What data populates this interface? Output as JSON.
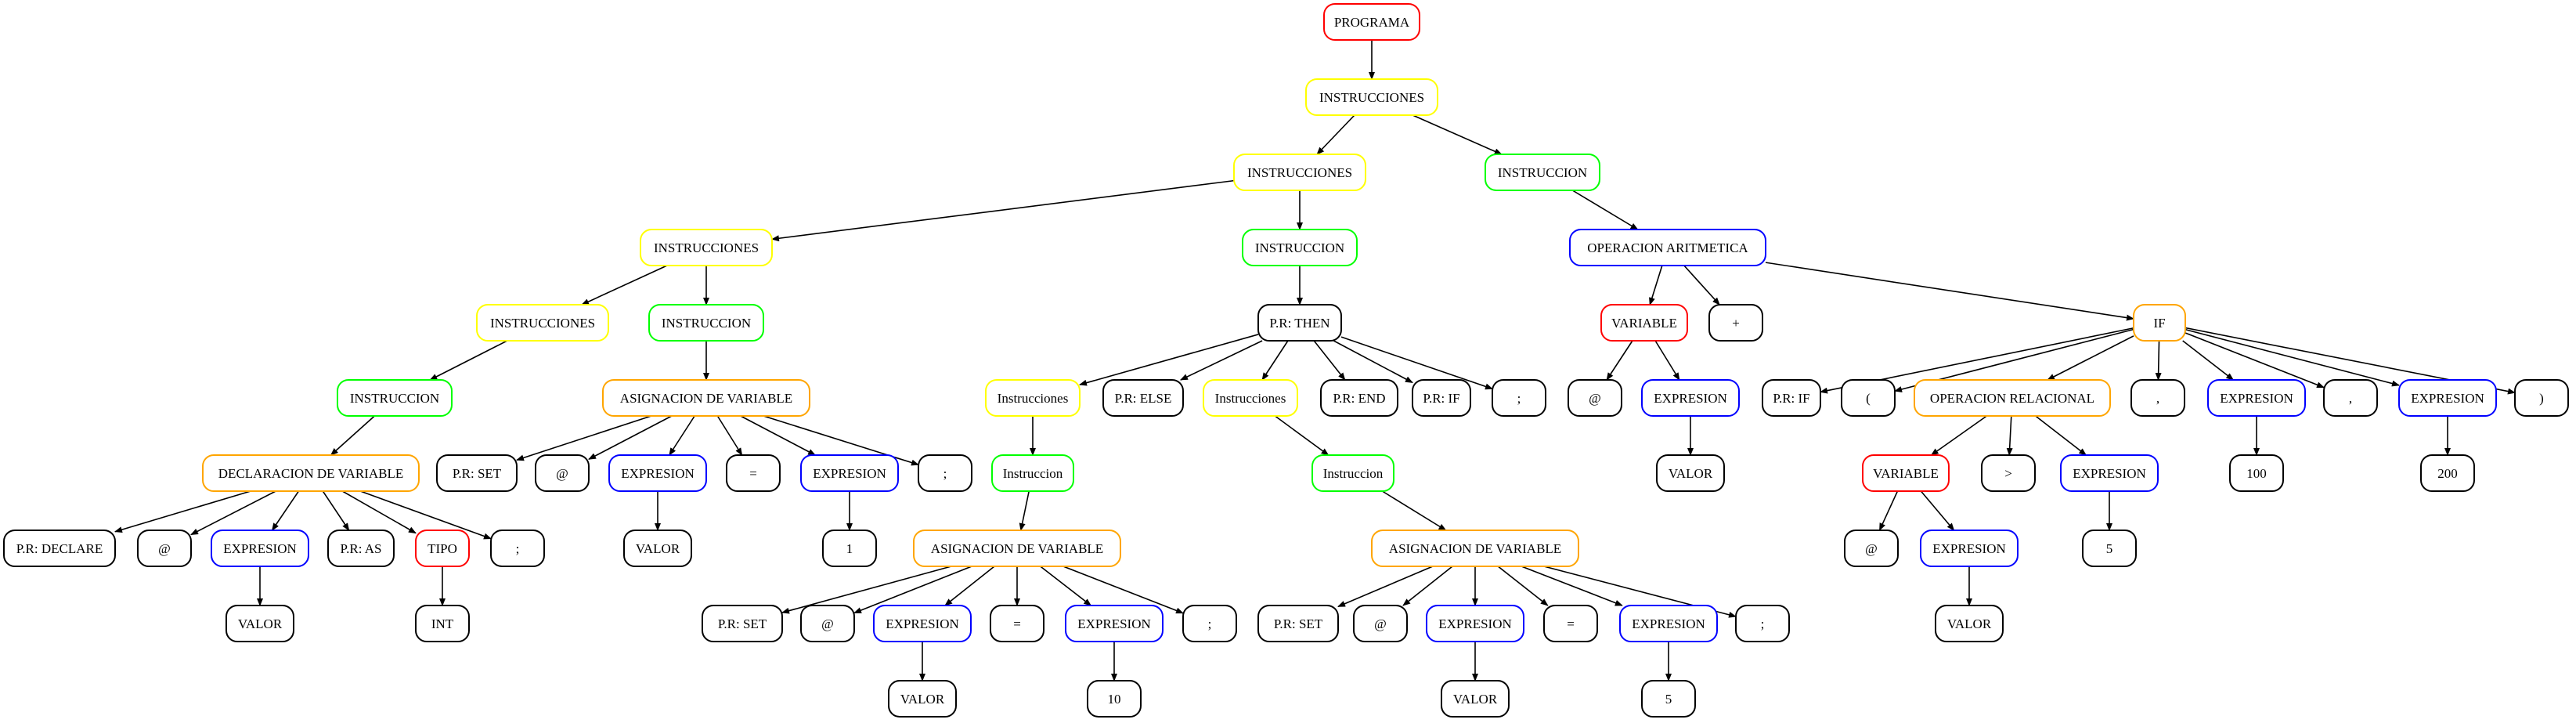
{
  "colors": {
    "red": "#ff0000",
    "yellow": "#ffff00",
    "green": "#00ff00",
    "blue": "#0000ff",
    "orange": "#ffa500",
    "black": "#000000"
  },
  "nodes": [
    {
      "id": "n0",
      "label": "PROGRAMA",
      "color": "red"
    },
    {
      "id": "n1",
      "label": "INSTRUCCIONES",
      "color": "yellow"
    },
    {
      "id": "n2",
      "label": "INSTRUCCIONES",
      "color": "yellow"
    },
    {
      "id": "n3",
      "label": "INSTRUCCION",
      "color": "green"
    },
    {
      "id": "n4",
      "label": "INSTRUCCIONES",
      "color": "yellow"
    },
    {
      "id": "n5",
      "label": "INSTRUCCION",
      "color": "green"
    },
    {
      "id": "n6",
      "label": "OPERACION ARITMETICA",
      "color": "blue"
    },
    {
      "id": "n7",
      "label": "INSTRUCCIONES",
      "color": "yellow"
    },
    {
      "id": "n8",
      "label": "INSTRUCCION",
      "color": "green"
    },
    {
      "id": "n9",
      "label": "P.R: THEN",
      "color": "black"
    },
    {
      "id": "n10",
      "label": "VARIABLE",
      "color": "red"
    },
    {
      "id": "n11",
      "label": "+",
      "color": "black"
    },
    {
      "id": "n12",
      "label": "IF",
      "color": "orange"
    },
    {
      "id": "n13",
      "label": "INSTRUCCION",
      "color": "green"
    },
    {
      "id": "n14",
      "label": "ASIGNACION DE VARIABLE",
      "color": "orange"
    },
    {
      "id": "n15",
      "label": "Instrucciones",
      "color": "yellow"
    },
    {
      "id": "n16",
      "label": "P.R: ELSE",
      "color": "black"
    },
    {
      "id": "n17",
      "label": "Instrucciones",
      "color": "yellow"
    },
    {
      "id": "n18",
      "label": "P.R: END",
      "color": "black"
    },
    {
      "id": "n19",
      "label": "P.R: IF",
      "color": "black"
    },
    {
      "id": "n20",
      "label": ";",
      "color": "black"
    },
    {
      "id": "n21",
      "label": "@",
      "color": "black"
    },
    {
      "id": "n22",
      "label": "EXPRESION",
      "color": "blue"
    },
    {
      "id": "n23",
      "label": "P.R: IF",
      "color": "black"
    },
    {
      "id": "n24",
      "label": "(",
      "color": "black"
    },
    {
      "id": "n25",
      "label": "OPERACION RELACIONAL",
      "color": "orange"
    },
    {
      "id": "n26",
      "label": ",",
      "color": "black"
    },
    {
      "id": "n27",
      "label": "EXPRESION",
      "color": "blue"
    },
    {
      "id": "n28",
      "label": ",",
      "color": "black"
    },
    {
      "id": "n29",
      "label": "EXPRESION",
      "color": "blue"
    },
    {
      "id": "n30",
      "label": ")",
      "color": "black"
    },
    {
      "id": "n31",
      "label": "DECLARACION DE VARIABLE",
      "color": "orange"
    },
    {
      "id": "n32",
      "label": "P.R: SET",
      "color": "black"
    },
    {
      "id": "n33",
      "label": "@",
      "color": "black"
    },
    {
      "id": "n34",
      "label": "EXPRESION",
      "color": "blue"
    },
    {
      "id": "n35",
      "label": "=",
      "color": "black"
    },
    {
      "id": "n36",
      "label": "EXPRESION",
      "color": "blue"
    },
    {
      "id": "n37",
      "label": ";",
      "color": "black"
    },
    {
      "id": "n38",
      "label": "Instruccion",
      "color": "green"
    },
    {
      "id": "n39",
      "label": "Instruccion",
      "color": "green"
    },
    {
      "id": "n40",
      "label": "VALOR",
      "color": "black"
    },
    {
      "id": "n41",
      "label": "VARIABLE",
      "color": "red"
    },
    {
      "id": "n42",
      "label": ">",
      "color": "black"
    },
    {
      "id": "n43",
      "label": "EXPRESION",
      "color": "blue"
    },
    {
      "id": "n44",
      "label": "100",
      "color": "black"
    },
    {
      "id": "n45",
      "label": "200",
      "color": "black"
    },
    {
      "id": "n46",
      "label": "P.R: DECLARE",
      "color": "black"
    },
    {
      "id": "n47",
      "label": "@",
      "color": "black"
    },
    {
      "id": "n48",
      "label": "EXPRESION",
      "color": "blue"
    },
    {
      "id": "n49",
      "label": "P.R: AS",
      "color": "black"
    },
    {
      "id": "n50",
      "label": "TIPO",
      "color": "red"
    },
    {
      "id": "n51",
      "label": ";",
      "color": "black"
    },
    {
      "id": "n52",
      "label": "VALOR",
      "color": "black"
    },
    {
      "id": "n53",
      "label": "1",
      "color": "black"
    },
    {
      "id": "n54",
      "label": "ASIGNACION DE VARIABLE",
      "color": "orange"
    },
    {
      "id": "n55",
      "label": "ASIGNACION DE VARIABLE",
      "color": "orange"
    },
    {
      "id": "n56",
      "label": "@",
      "color": "black"
    },
    {
      "id": "n57",
      "label": "EXPRESION",
      "color": "blue"
    },
    {
      "id": "n58",
      "label": "5",
      "color": "black"
    },
    {
      "id": "n59",
      "label": "VALOR",
      "color": "black"
    },
    {
      "id": "n60",
      "label": "INT",
      "color": "black"
    },
    {
      "id": "n61",
      "label": "P.R: SET",
      "color": "black"
    },
    {
      "id": "n62",
      "label": "@",
      "color": "black"
    },
    {
      "id": "n63",
      "label": "EXPRESION",
      "color": "blue"
    },
    {
      "id": "n64",
      "label": "=",
      "color": "black"
    },
    {
      "id": "n65",
      "label": "EXPRESION",
      "color": "blue"
    },
    {
      "id": "n66",
      "label": ";",
      "color": "black"
    },
    {
      "id": "n67",
      "label": "P.R: SET",
      "color": "black"
    },
    {
      "id": "n68",
      "label": "@",
      "color": "black"
    },
    {
      "id": "n69",
      "label": "EXPRESION",
      "color": "blue"
    },
    {
      "id": "n70",
      "label": "=",
      "color": "black"
    },
    {
      "id": "n71",
      "label": "EXPRESION",
      "color": "blue"
    },
    {
      "id": "n72",
      "label": ";",
      "color": "black"
    },
    {
      "id": "n73",
      "label": "VALOR",
      "color": "black"
    },
    {
      "id": "n74",
      "label": "VALOR",
      "color": "black"
    },
    {
      "id": "n75",
      "label": "10",
      "color": "black"
    },
    {
      "id": "n76",
      "label": "VALOR",
      "color": "black"
    },
    {
      "id": "n77",
      "label": "5",
      "color": "black"
    }
  ],
  "edges": [
    [
      "n0",
      "n1"
    ],
    [
      "n1",
      "n2"
    ],
    [
      "n1",
      "n3"
    ],
    [
      "n2",
      "n4"
    ],
    [
      "n2",
      "n5"
    ],
    [
      "n3",
      "n6"
    ],
    [
      "n4",
      "n7"
    ],
    [
      "n4",
      "n8"
    ],
    [
      "n5",
      "n9"
    ],
    [
      "n6",
      "n10"
    ],
    [
      "n6",
      "n11"
    ],
    [
      "n6",
      "n12"
    ],
    [
      "n7",
      "n13"
    ],
    [
      "n8",
      "n14"
    ],
    [
      "n9",
      "n15"
    ],
    [
      "n9",
      "n16"
    ],
    [
      "n9",
      "n17"
    ],
    [
      "n9",
      "n18"
    ],
    [
      "n9",
      "n19"
    ],
    [
      "n9",
      "n20"
    ],
    [
      "n10",
      "n21"
    ],
    [
      "n10",
      "n22"
    ],
    [
      "n12",
      "n23"
    ],
    [
      "n12",
      "n24"
    ],
    [
      "n12",
      "n25"
    ],
    [
      "n12",
      "n26"
    ],
    [
      "n12",
      "n27"
    ],
    [
      "n12",
      "n28"
    ],
    [
      "n12",
      "n29"
    ],
    [
      "n12",
      "n30"
    ],
    [
      "n13",
      "n31"
    ],
    [
      "n14",
      "n32"
    ],
    [
      "n14",
      "n33"
    ],
    [
      "n14",
      "n34"
    ],
    [
      "n14",
      "n35"
    ],
    [
      "n14",
      "n36"
    ],
    [
      "n14",
      "n37"
    ],
    [
      "n15",
      "n38"
    ],
    [
      "n17",
      "n39"
    ],
    [
      "n22",
      "n40"
    ],
    [
      "n25",
      "n41"
    ],
    [
      "n25",
      "n42"
    ],
    [
      "n25",
      "n43"
    ],
    [
      "n27",
      "n44"
    ],
    [
      "n29",
      "n45"
    ],
    [
      "n31",
      "n46"
    ],
    [
      "n31",
      "n47"
    ],
    [
      "n31",
      "n48"
    ],
    [
      "n31",
      "n49"
    ],
    [
      "n31",
      "n50"
    ],
    [
      "n31",
      "n51"
    ],
    [
      "n34",
      "n52"
    ],
    [
      "n36",
      "n53"
    ],
    [
      "n38",
      "n54"
    ],
    [
      "n39",
      "n55"
    ],
    [
      "n41",
      "n56"
    ],
    [
      "n41",
      "n57"
    ],
    [
      "n43",
      "n58"
    ],
    [
      "n48",
      "n59"
    ],
    [
      "n50",
      "n60"
    ],
    [
      "n54",
      "n61"
    ],
    [
      "n54",
      "n62"
    ],
    [
      "n54",
      "n63"
    ],
    [
      "n54",
      "n64"
    ],
    [
      "n54",
      "n65"
    ],
    [
      "n54",
      "n66"
    ],
    [
      "n55",
      "n67"
    ],
    [
      "n55",
      "n68"
    ],
    [
      "n55",
      "n69"
    ],
    [
      "n55",
      "n70"
    ],
    [
      "n55",
      "n71"
    ],
    [
      "n55",
      "n72"
    ],
    [
      "n57",
      "n73"
    ],
    [
      "n63",
      "n74"
    ],
    [
      "n65",
      "n75"
    ],
    [
      "n69",
      "n76"
    ],
    [
      "n71",
      "n77"
    ]
  ]
}
